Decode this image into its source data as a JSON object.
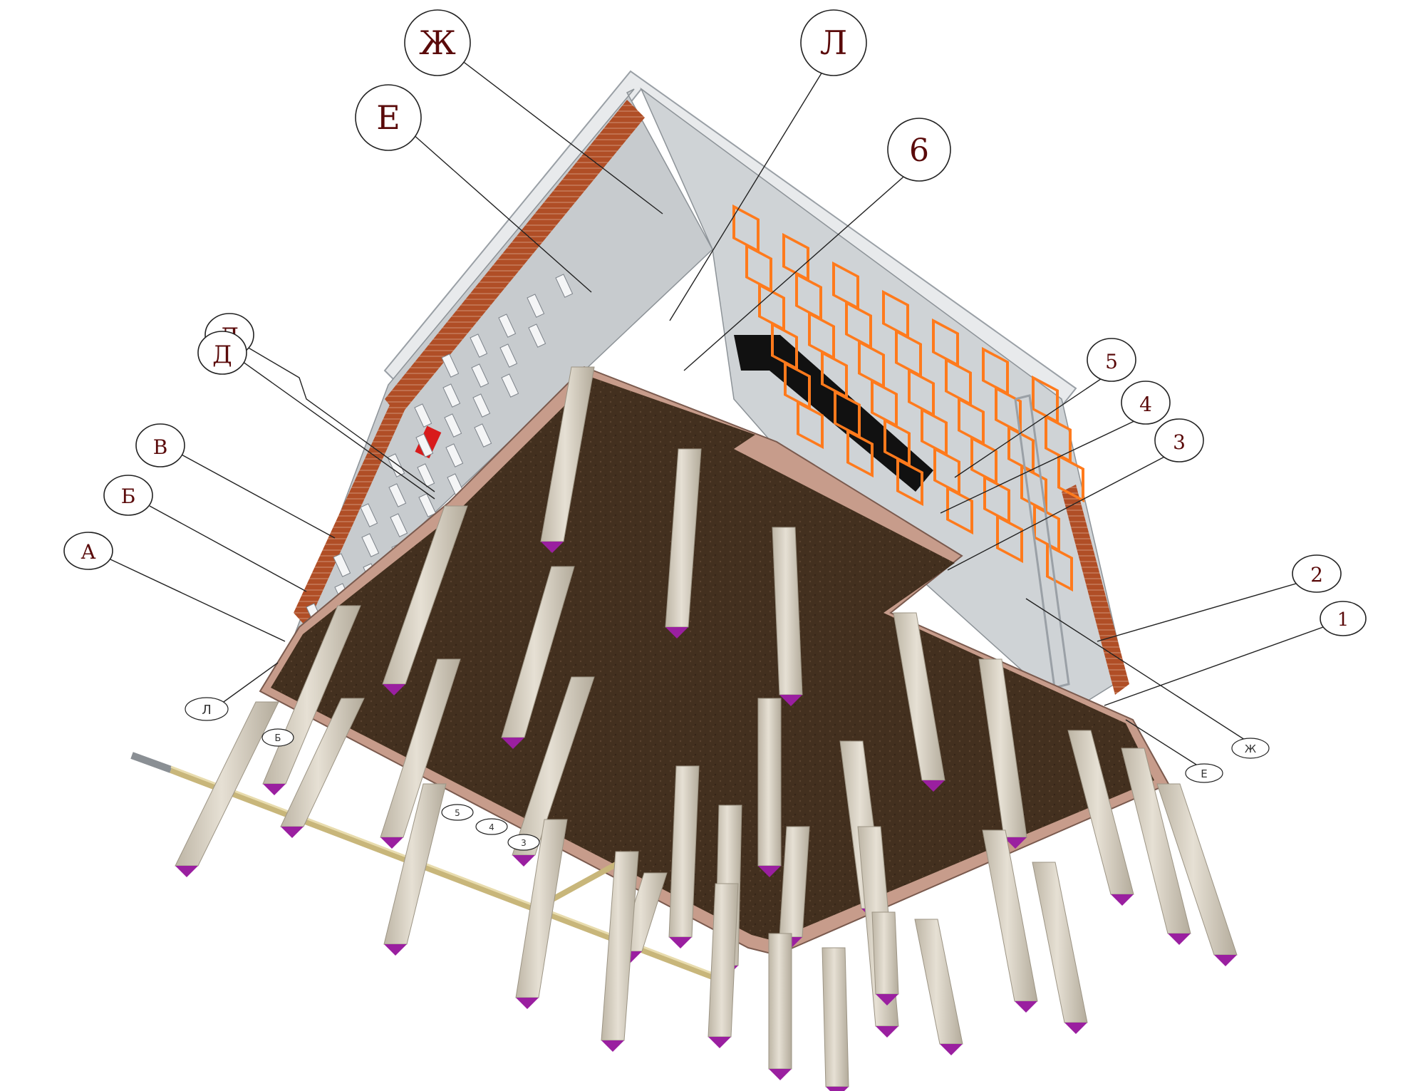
{
  "view": "bottom-up 3D model view: building with pile foundation",
  "colors": {
    "background": "#ffffff",
    "slab_top": "#4a3226",
    "slab_dark": "#2c1d15",
    "slab_edge": "#c49a8a",
    "pile": "#d9d3c6",
    "pile_shadow": "#b9b1a1",
    "pile_tip": "#9a1fa0",
    "facade_grey": "#c9cdd0",
    "window_orange": "#ff7a1c",
    "brick": "#b4532a",
    "pipe": "#c8b67a",
    "label_text": "#5a0a0a"
  },
  "axis_labels_large": [
    {
      "id": "zh",
      "text": "Ж"
    },
    {
      "id": "l",
      "text": "Л"
    },
    {
      "id": "e",
      "text": "Е"
    },
    {
      "id": "d1",
      "text": "Д"
    },
    {
      "id": "d2",
      "text": "Д"
    },
    {
      "id": "v",
      "text": "В"
    },
    {
      "id": "b",
      "text": "Б"
    },
    {
      "id": "a",
      "text": "А"
    },
    {
      "id": "six",
      "text": "6"
    },
    {
      "id": "five",
      "text": "5"
    },
    {
      "id": "four",
      "text": "4"
    },
    {
      "id": "three",
      "text": "3"
    },
    {
      "id": "two",
      "text": "2"
    },
    {
      "id": "one",
      "text": "1"
    }
  ],
  "axis_labels_small": [
    {
      "id": "s-l",
      "text": "Л"
    },
    {
      "id": "s-b",
      "text": "Б"
    },
    {
      "id": "s-5",
      "text": "5"
    },
    {
      "id": "s-4",
      "text": "4"
    },
    {
      "id": "s-3",
      "text": "3"
    },
    {
      "id": "s-zh",
      "text": "Ж"
    },
    {
      "id": "s-e",
      "text": "Е"
    }
  ]
}
